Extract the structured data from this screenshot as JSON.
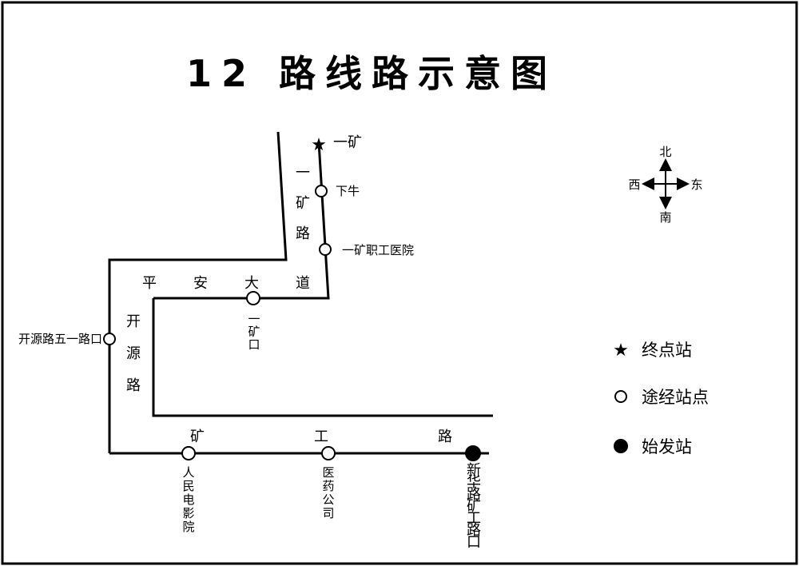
{
  "title": "12 路线路示意图",
  "roads": {
    "yikuang_lu": "一矿路",
    "pingan_dadao": "平安大道",
    "kaiyuan_lu": "开源路",
    "kuanggong_lu": "矿工路"
  },
  "stops": {
    "yikuang_terminal": "一矿",
    "xianiu": "下牛",
    "yikuang_hospital": "一矿职工医院",
    "yikuang_kou": "一矿口",
    "kaiyuan_wuyi": "开源路五一路口",
    "renmin_cinema": "人民电影院",
    "yiyao_gongsi": "医药公司",
    "xinhua_kuanggong": "新华路矿工路口"
  },
  "compass": {
    "north": "北",
    "south": "南",
    "west": "西",
    "east": "东"
  },
  "legend": {
    "terminal": "终点站",
    "via": "途经站点",
    "origin": "始发站"
  },
  "colors": {
    "ink": "#000000",
    "paper": "#ffffff"
  }
}
